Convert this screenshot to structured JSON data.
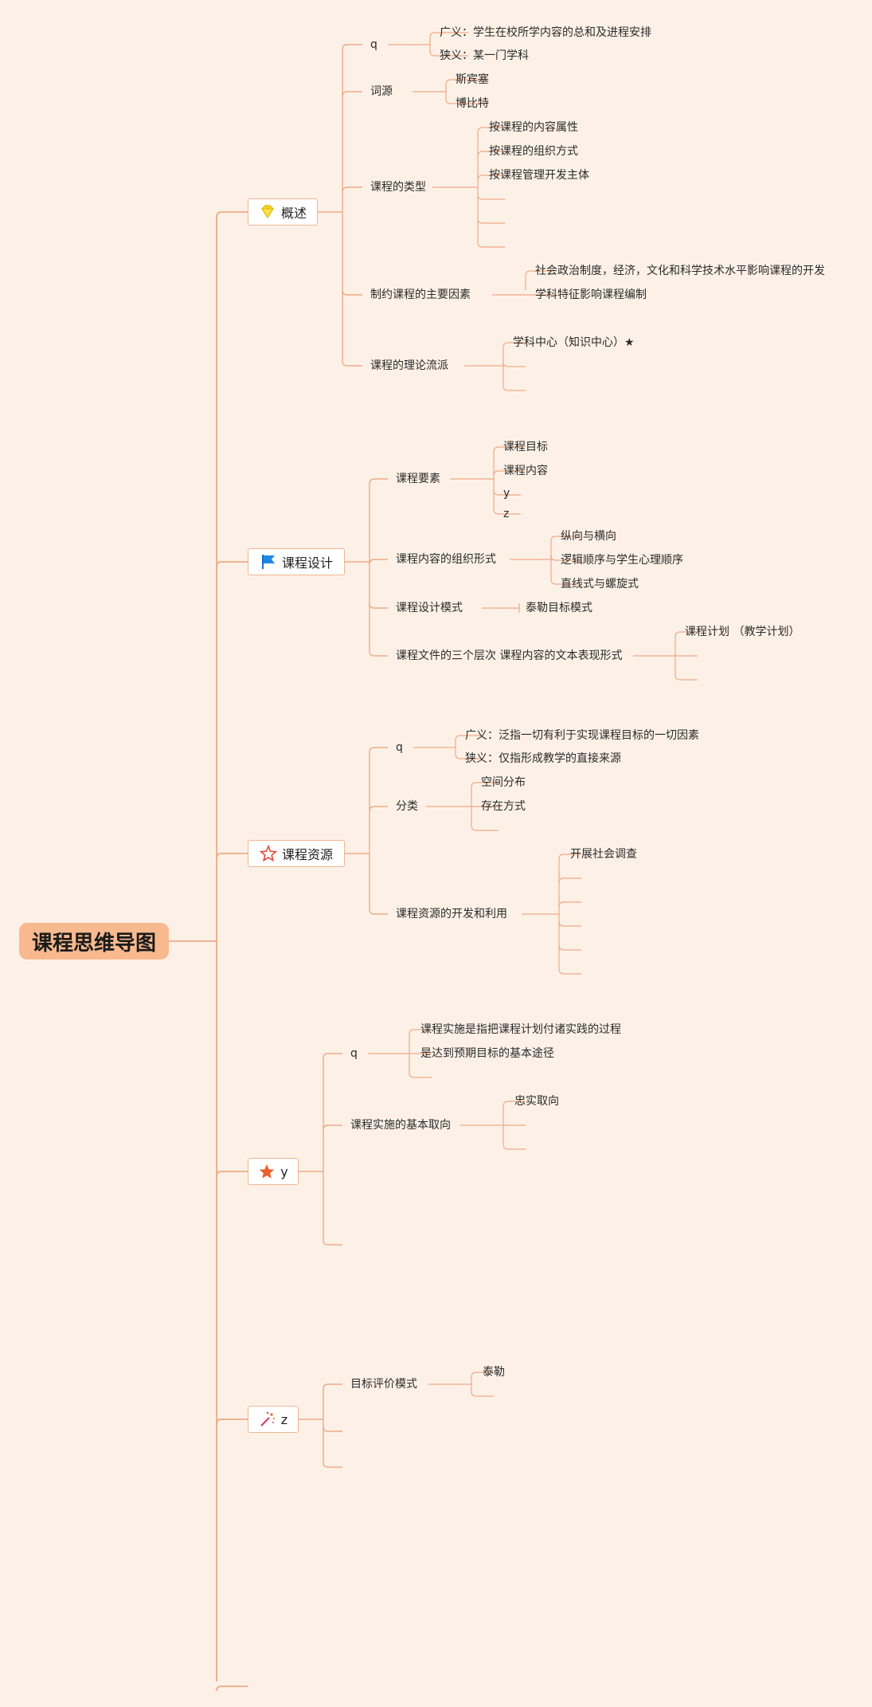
{
  "root": {
    "title": "课程思维导图"
  },
  "branches": [
    {
      "label": "概述",
      "icon": "diamond-icon",
      "children": [
        {
          "label": "q",
          "children": [
            "广义：学生在校所学内容的总和及进程安排",
            "狭义：某一门学科"
          ]
        },
        {
          "label": "词源",
          "children": [
            "斯宾塞",
            "博比特"
          ]
        },
        {
          "label": "课程的类型",
          "children": [
            "按课程的内容属性",
            "按课程的组织方式",
            "按课程管理开发主体",
            "",
            "",
            ""
          ]
        },
        {
          "label": "制约课程的主要因素",
          "children": [
            "社会政治制度，经济，文化和科学技术水平影响课程的开发",
            "学科特征影响课程编制"
          ]
        },
        {
          "label": "课程的理论流派",
          "children": [
            "学科中心（知识中心）★",
            "",
            ""
          ]
        }
      ]
    },
    {
      "label": "课程设计",
      "icon": "flag-icon",
      "children": [
        {
          "label": "课程要素",
          "children": [
            "课程目标",
            "课程内容",
            "y",
            "z"
          ]
        },
        {
          "label": "课程内容的组织形式",
          "children": [
            "纵向与横向",
            "逻辑顺序与学生心理顺序",
            "直线式与螺旋式"
          ]
        },
        {
          "label": "课程设计模式",
          "children": [
            "泰勒目标模式"
          ]
        },
        {
          "label": "课程文件的三个层次 课程内容的文本表现形式",
          "children": [
            "课程计划 （教学计划）",
            "",
            ""
          ]
        }
      ]
    },
    {
      "label": "课程资源",
      "icon": "star-outline-icon",
      "children": [
        {
          "label": "q",
          "children": [
            "广义：泛指一切有利于实现课程目标的一切因素",
            "狭义：仅指形成教学的直接来源"
          ]
        },
        {
          "label": "分类",
          "children": [
            "空间分布",
            "存在方式",
            ""
          ]
        },
        {
          "label": "课程资源的开发和利用",
          "children": [
            "开展社会调查",
            "",
            "",
            "",
            "",
            ""
          ]
        }
      ]
    },
    {
      "label": "y",
      "icon": "star-filled-icon",
      "children": [
        {
          "label": "q",
          "children": [
            "课程实施是指把课程计划付诸实践的过程",
            "是达到预期目标的基本途径",
            ""
          ]
        },
        {
          "label": "课程实施的基本取向",
          "children": [
            "忠实取向",
            "",
            ""
          ]
        },
        {
          "label": "",
          "children": []
        }
      ]
    },
    {
      "label": "z",
      "icon": "magic-wand-icon",
      "children": [
        {
          "label": "目标评价模式",
          "children": [
            "泰勒",
            ""
          ]
        },
        {
          "label": "",
          "children": []
        },
        {
          "label": "",
          "children": []
        }
      ]
    },
    {
      "label": "",
      "icon": "",
      "children": []
    }
  ],
  "colors": {
    "line": "#eeaa85",
    "accent": "#f8b98e",
    "background": "#fdf1e7"
  }
}
